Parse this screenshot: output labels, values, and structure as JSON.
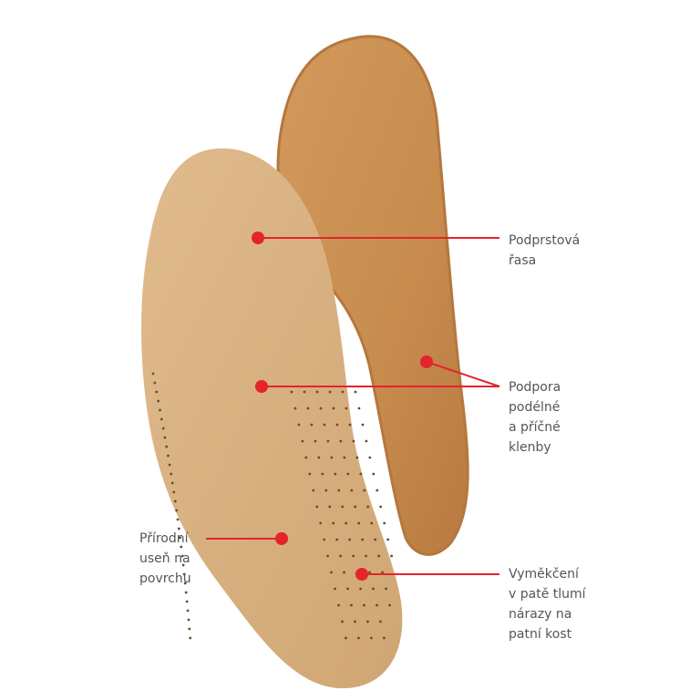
{
  "colors": {
    "accent": "#e3242b",
    "text": "#555555",
    "insole_top": "#d9b07e",
    "insole_back": "#c98f52"
  },
  "labels": {
    "toe_ridge": [
      "Podprstová",
      "řasa"
    ],
    "arch_support": [
      "Podpora",
      "podélné",
      "a příčné",
      "klenby"
    ],
    "natural_leather": [
      "Přírodní",
      "useň na",
      "povrchu"
    ],
    "heel_cushion": [
      "Vyměkčení",
      "v patě tlumí",
      "nárazy na",
      "patní kost"
    ]
  }
}
